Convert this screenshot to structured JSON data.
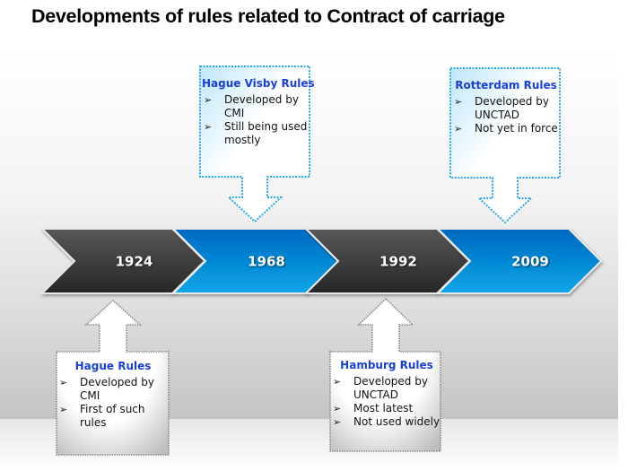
{
  "title": "Developments of rules related to Contract of carriage",
  "colors": {
    "dark_chevron": "#3a3a3a",
    "blue_chevron": "#0a86d6",
    "callout_blue_border": "#29a8e8",
    "callout_gray_border": "#8a8a8a",
    "heading_text": "#1a3fd6"
  },
  "timeline": [
    {
      "year": "1924",
      "style": "dark"
    },
    {
      "year": "1968",
      "style": "blue"
    },
    {
      "year": "1992",
      "style": "dark"
    },
    {
      "year": "2009",
      "style": "blue"
    }
  ],
  "callouts": {
    "hague_visby": {
      "heading": "Hague Visby Rules",
      "year": "1968",
      "position": "above",
      "bullet_icon": "arrowhead-bullet",
      "bullets": [
        "Developed by CMI",
        "Still being used mostly"
      ]
    },
    "rotterdam": {
      "heading": "Rotterdam Rules",
      "year": "2009",
      "position": "above",
      "bullet_icon": "arrowhead-bullet",
      "bullets": [
        "Developed by UNCTAD",
        "Not yet in force"
      ]
    },
    "hague": {
      "heading": "Hague Rules",
      "year": "1924",
      "position": "below",
      "bullet_icon": "arrowhead-bullet",
      "bullets": [
        "Developed by CMI",
        "First of such rules"
      ]
    },
    "hamburg": {
      "heading": "Hamburg Rules",
      "year": "1992",
      "position": "below",
      "bullet_icon": "arrowhead-bullet",
      "bullets": [
        "Developed by UNCTAD",
        "Most latest",
        "Not used widely"
      ]
    }
  },
  "bullet_glyph": "➢"
}
